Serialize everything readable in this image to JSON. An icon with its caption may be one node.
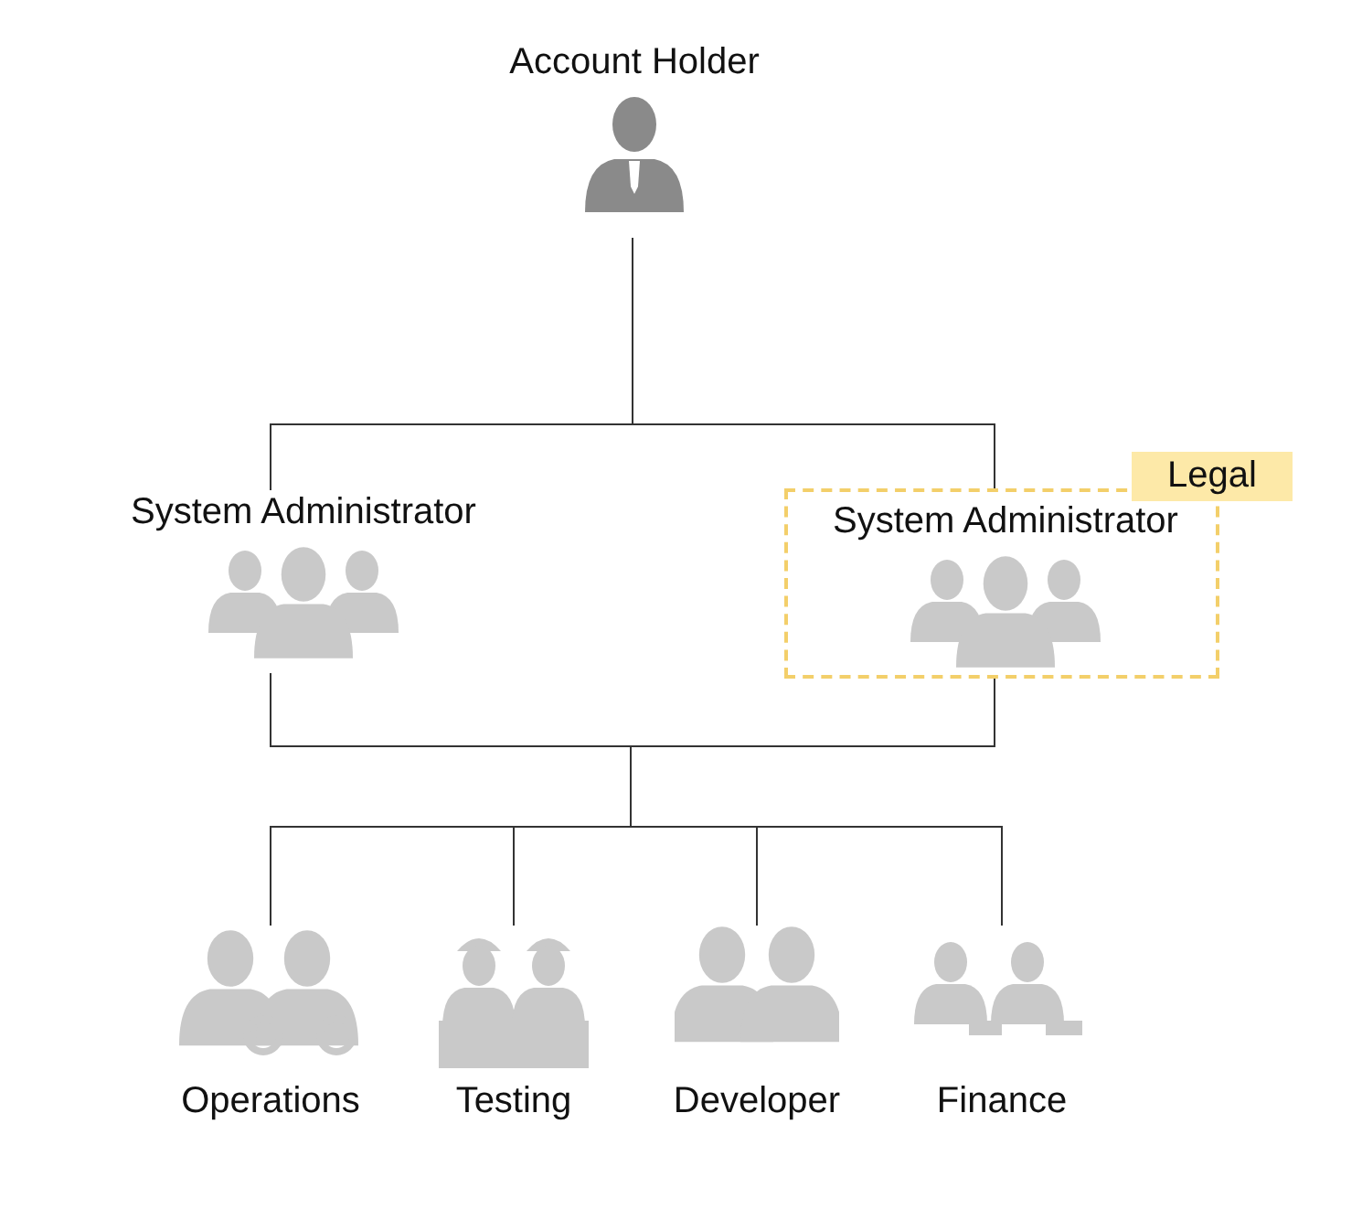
{
  "diagram": {
    "nodes": [
      {
        "text": [
          "Account Holder"
        ]
      },
      {
        "text": [
          "System Administrator"
        ]
      },
      {
        "text": [
          "Legal"
        ]
      },
      {
        "text": [
          "System Administrator"
        ],
        "in": 2
      },
      {
        "text": [
          "Operations"
        ]
      },
      {
        "text": [
          "Testing"
        ]
      },
      {
        "text": [
          "Developer"
        ]
      },
      {
        "text": [
          "Finance"
        ]
      }
    ],
    "edges": [
      {
        "from": 0,
        "to": 1,
        "arrow": "none"
      },
      {
        "from": 0,
        "to": 2,
        "arrow": "none"
      },
      {
        "from": 1,
        "to": 4,
        "arrow": "none"
      },
      {
        "from": 1,
        "to": 5,
        "arrow": "none"
      },
      {
        "from": 1,
        "to": 6,
        "arrow": "none"
      },
      {
        "from": 1,
        "to": 7,
        "arrow": "none"
      },
      {
        "from": 2,
        "to": 4,
        "arrow": "none"
      },
      {
        "from": 2,
        "to": 5,
        "arrow": "none"
      },
      {
        "from": 2,
        "to": 6,
        "arrow": "none"
      },
      {
        "from": 2,
        "to": 7,
        "arrow": "none"
      }
    ]
  }
}
